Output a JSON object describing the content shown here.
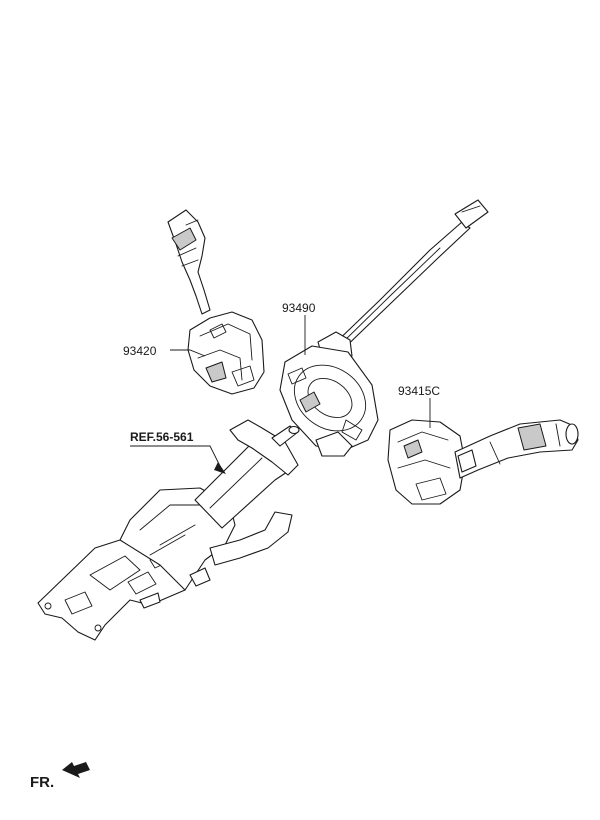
{
  "callouts": {
    "left_switch": "93420",
    "clock_spring": "93490",
    "right_switch": "93415C",
    "steering_column_ref": "REF.56-561"
  },
  "direction_marker": {
    "label": "FR.",
    "icon": "front-arrow-icon"
  }
}
